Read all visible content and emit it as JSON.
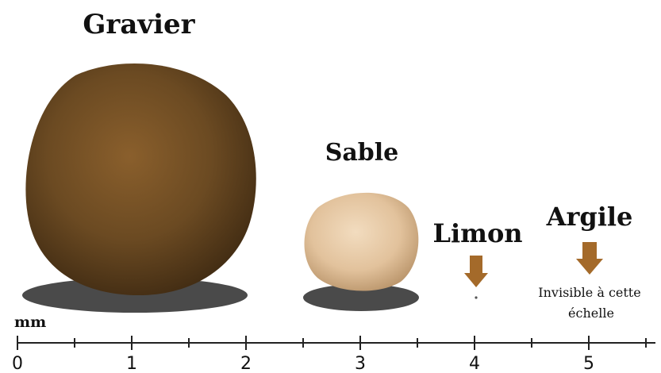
{
  "particles": {
    "gravel": {
      "label": "Gravier",
      "color": "#6b4a22"
    },
    "sand": {
      "label": "Sable",
      "color": "#e3c7a4"
    },
    "silt": {
      "label": "Limon",
      "arrow_color": "#a46a2a"
    },
    "clay": {
      "label": "Argile",
      "arrow_color": "#a46a2a",
      "note_line1": "Invisible à cette",
      "note_line2": "échelle"
    }
  },
  "scale": {
    "unit_label": "mm",
    "tick_labels": [
      "0",
      "1",
      "2",
      "3",
      "4",
      "5"
    ]
  },
  "colors": {
    "shadow": "#4a4a4a",
    "axis": "#222222"
  }
}
